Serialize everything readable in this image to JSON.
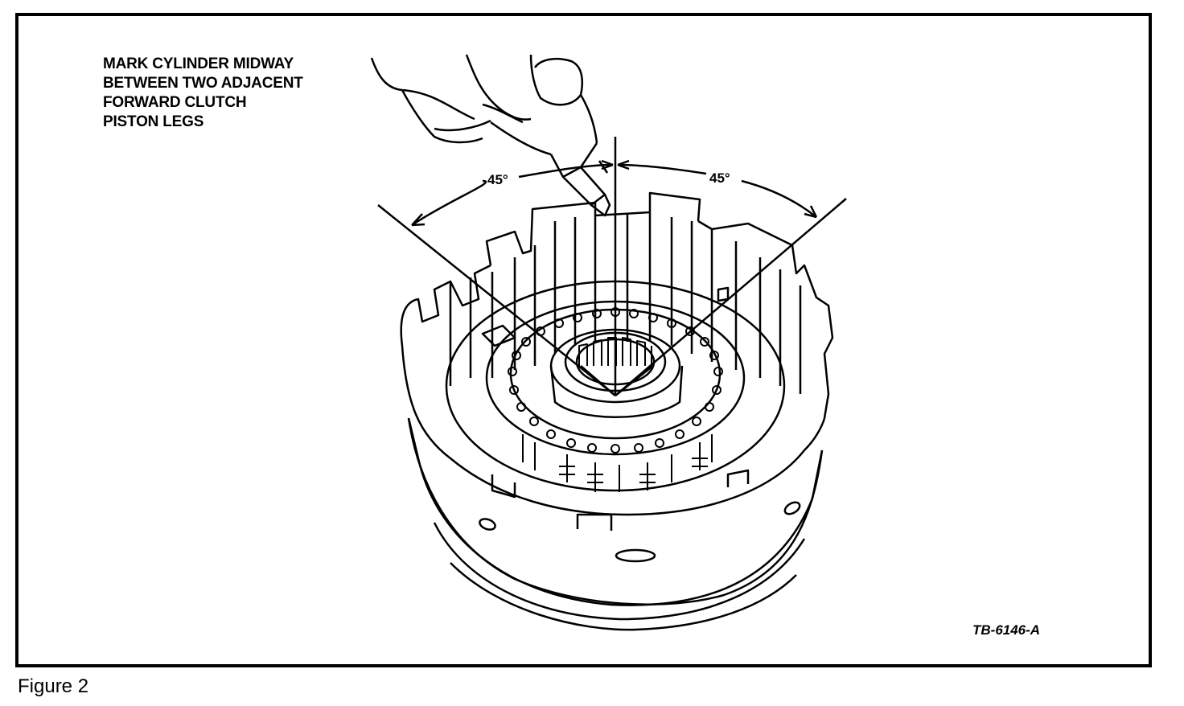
{
  "callout": {
    "lines": [
      "MARK CYLINDER MIDWAY",
      "BETWEEN TWO ADJACENT",
      "FORWARD CLUTCH",
      "PISTON LEGS"
    ]
  },
  "angles": {
    "left": "45°",
    "right": "45°"
  },
  "drawing_code": "TB-6146-A",
  "caption": "Figure 2"
}
